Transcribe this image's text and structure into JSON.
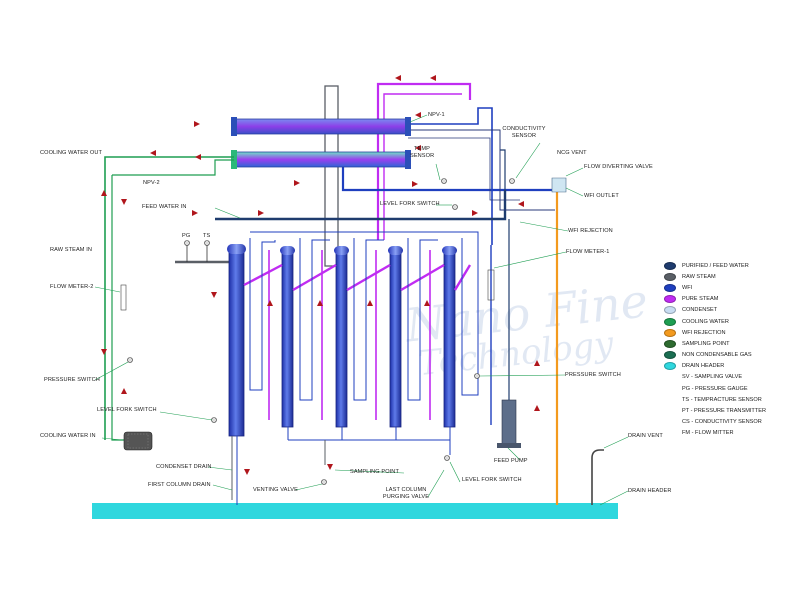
{
  "watermark": {
    "line1": "Nano Fine",
    "line2": "Technology"
  },
  "labels": {
    "npv1": "NPV-1",
    "conductivity_sensor": "CONDUCTIVITY\nSENSOR",
    "nco_vent": "NCG VENT",
    "temp_sensor": "TEMP\nSENSOR",
    "cooling_water_out": "COOLING WATER OUT",
    "npv2": "NPV-2",
    "flow_diverting_valve": "FLOW DIVERTING VALVE",
    "wfi_outlet": "WFI OUTLET",
    "level_fork_switch_top": "LEVEL FORK SWITCH",
    "feed_water_in": "FEED WATER IN",
    "wfi_rejection_label": "WFI REJECTION",
    "pg": "PG",
    "ts": "TS",
    "raw_steam_in": "RAW STEAM IN",
    "flow_meter_1": "FLOW METER-1",
    "flow_meter_2": "FLOW METER-2",
    "pressure_switch_left": "PRESSURE SWITCH",
    "pressure_switch_right": "PRESSURE SWITCH",
    "level_fork_switch_left": "LEVEL FORK SWITCH",
    "cooling_water_in": "COOLING WATER IN",
    "drain_vent": "DRAIN VENT",
    "condenset_drain": "CONDENSET DRAIN",
    "sampling_point": "SAMPLING POINT",
    "feed_pump": "FEED PUMP",
    "level_fork_switch_bottom": "LEVEL FORK SWITCH",
    "first_column_drain": "FIRST COLUMN DRAIN",
    "venting_valve": "VENTING VALVE",
    "last_column_purging_valve": "LAST COLUMN\nPURGING VALVE",
    "drain_header": "DRAIN HEADER"
  },
  "legend": {
    "items": [
      {
        "label": "PURIFIED / FEED WATER",
        "color": "#1f3c6e"
      },
      {
        "label": "RAW STEAM",
        "color": "#5a5f66"
      },
      {
        "label": "WFI",
        "color": "#1f3fbf"
      },
      {
        "label": "PURE STEAM",
        "color": "#c02cf2"
      },
      {
        "label": "CONDENSET",
        "color": "#c8ddf2"
      },
      {
        "label": "COOLING WATER",
        "color": "#1e9e52"
      },
      {
        "label": "WFI REJECTION",
        "color": "#f39a1e"
      },
      {
        "label": "SAMPLING POINT",
        "color": "#2e6b30"
      },
      {
        "label": "NON CONDENSABLE GAS",
        "color": "#1b6e52"
      },
      {
        "label": "DRAIN HEADER",
        "color": "#2fd7de"
      }
    ],
    "abbreviations": [
      "SV - SAMPLING VALVE",
      "PG - PRESSURE GAUGE",
      "TS - TEMPRACTURE SENSOR",
      "PT - PRESSURE TRANSMITTER",
      "CS - CONDUCTIVITY SENSOR",
      "FM - FLOW MITTER"
    ]
  },
  "colors": {
    "feed_water": "#1f3c6e",
    "raw_steam": "#5a5f66",
    "wfi": "#1f3fbf",
    "pure_steam": "#c02cf2",
    "cooling_water": "#1e9e52",
    "wfi_rejection": "#f39a1e",
    "drain_header": "#2fd7de",
    "arrow": "#b0161c"
  }
}
